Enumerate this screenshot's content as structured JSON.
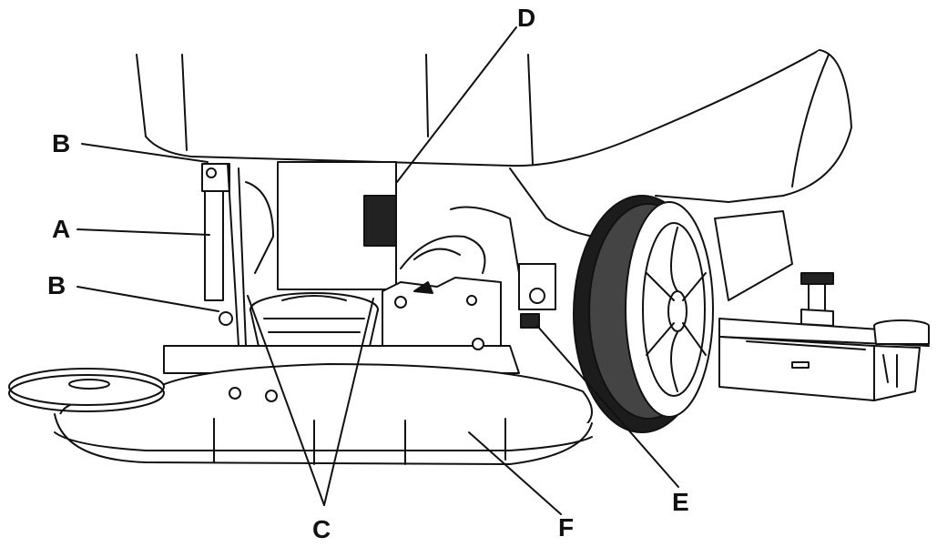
{
  "figure": {
    "callouts": {
      "A": "A",
      "B_top": "B",
      "B_bottom": "B",
      "C": "C",
      "D": "D",
      "E": "E",
      "F": "F"
    }
  }
}
